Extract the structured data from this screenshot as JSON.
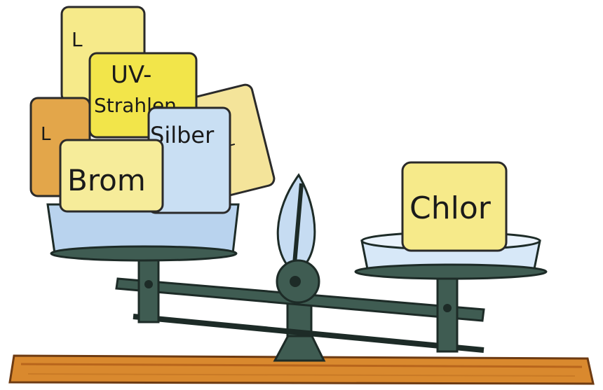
{
  "blocks": {
    "back_left_mark": "L",
    "back_mid_mark": "L",
    "right_back_mark": "L",
    "uv_line1": "UV-",
    "uv_line2": "Strahlen",
    "silber": "Silber",
    "brom": "Brom",
    "chlor": "Chlor"
  },
  "colors": {
    "block_yellow": "#f6ea8a",
    "block_bright_yellow": "#f2e54a",
    "block_orange": "#e3a64a",
    "block_blue": "#c9dff3",
    "pan_blue": "#b9d3ee",
    "scale_metal": "#3f5c52",
    "board_orange": "#d9892e",
    "flame_blue": "#c6dcf2"
  }
}
